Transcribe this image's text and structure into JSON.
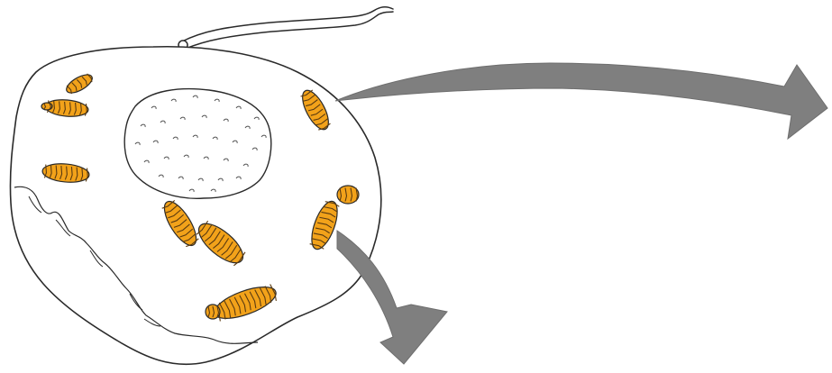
{
  "diagram": {
    "colors": {
      "background": "#ffffff",
      "outline": "#2a2a2a",
      "mitochondria_fill": "#f2a21a",
      "mitochondria_cristae": "#5a3a10",
      "arrow": "#7f7f7f",
      "arrow_edge": "#6e6e6e"
    },
    "elements": {
      "cell": "cell-membrane",
      "nucleus": "nucleus",
      "flagellum": "flagellum",
      "mitochondria_count": 11,
      "arrows": [
        "arrow-to-right",
        "arrow-down"
      ]
    }
  }
}
